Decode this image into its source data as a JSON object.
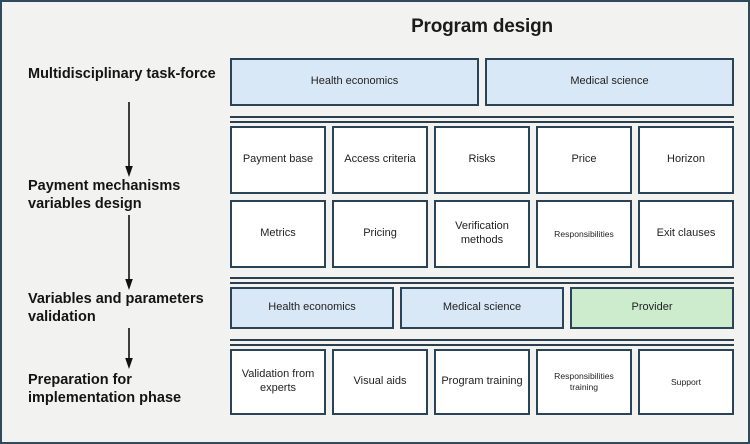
{
  "diagram": {
    "title": "Program design",
    "colors": {
      "panel_background": "#f2f2f0",
      "border": "#2b4356",
      "blue_fill": "#d9e8f6",
      "green_fill": "#cdeccd",
      "white_fill": "#ffffff"
    },
    "phases": [
      {
        "label": "Multidisciplinary task-force"
      },
      {
        "label": "Payment mechanisms variables design"
      },
      {
        "label": "Variables and parameters validation"
      },
      {
        "label": "Preparation for implementation phase"
      }
    ],
    "sections": [
      {
        "name": "taskforce",
        "items": [
          {
            "label": "Health economics",
            "fill": "blue"
          },
          {
            "label": "Medical science",
            "fill": "blue"
          }
        ]
      },
      {
        "name": "variables-row-1",
        "items": [
          {
            "label": "Payment base",
            "fill": "white"
          },
          {
            "label": "Access criteria",
            "fill": "white"
          },
          {
            "label": "Risks",
            "fill": "white"
          },
          {
            "label": "Price",
            "fill": "white"
          },
          {
            "label": "Horizon",
            "fill": "white"
          }
        ]
      },
      {
        "name": "variables-row-2",
        "items": [
          {
            "label": "Metrics",
            "fill": "white"
          },
          {
            "label": "Pricing",
            "fill": "white"
          },
          {
            "label": "Verification methods",
            "fill": "white"
          },
          {
            "label": "Responsibilities",
            "fill": "white",
            "small": true
          },
          {
            "label": "Exit clauses",
            "fill": "white"
          }
        ]
      },
      {
        "name": "validation",
        "items": [
          {
            "label": "Health economics",
            "fill": "blue"
          },
          {
            "label": "Medical science",
            "fill": "blue"
          },
          {
            "label": "Provider",
            "fill": "green"
          }
        ]
      },
      {
        "name": "preparation",
        "items": [
          {
            "label": "Validation from experts",
            "fill": "white"
          },
          {
            "label": "Visual aids",
            "fill": "white"
          },
          {
            "label": "Program training",
            "fill": "white"
          },
          {
            "label": "Responsibilities training",
            "fill": "white",
            "small": true
          },
          {
            "label": "Support",
            "fill": "white",
            "small": true
          }
        ]
      }
    ]
  }
}
